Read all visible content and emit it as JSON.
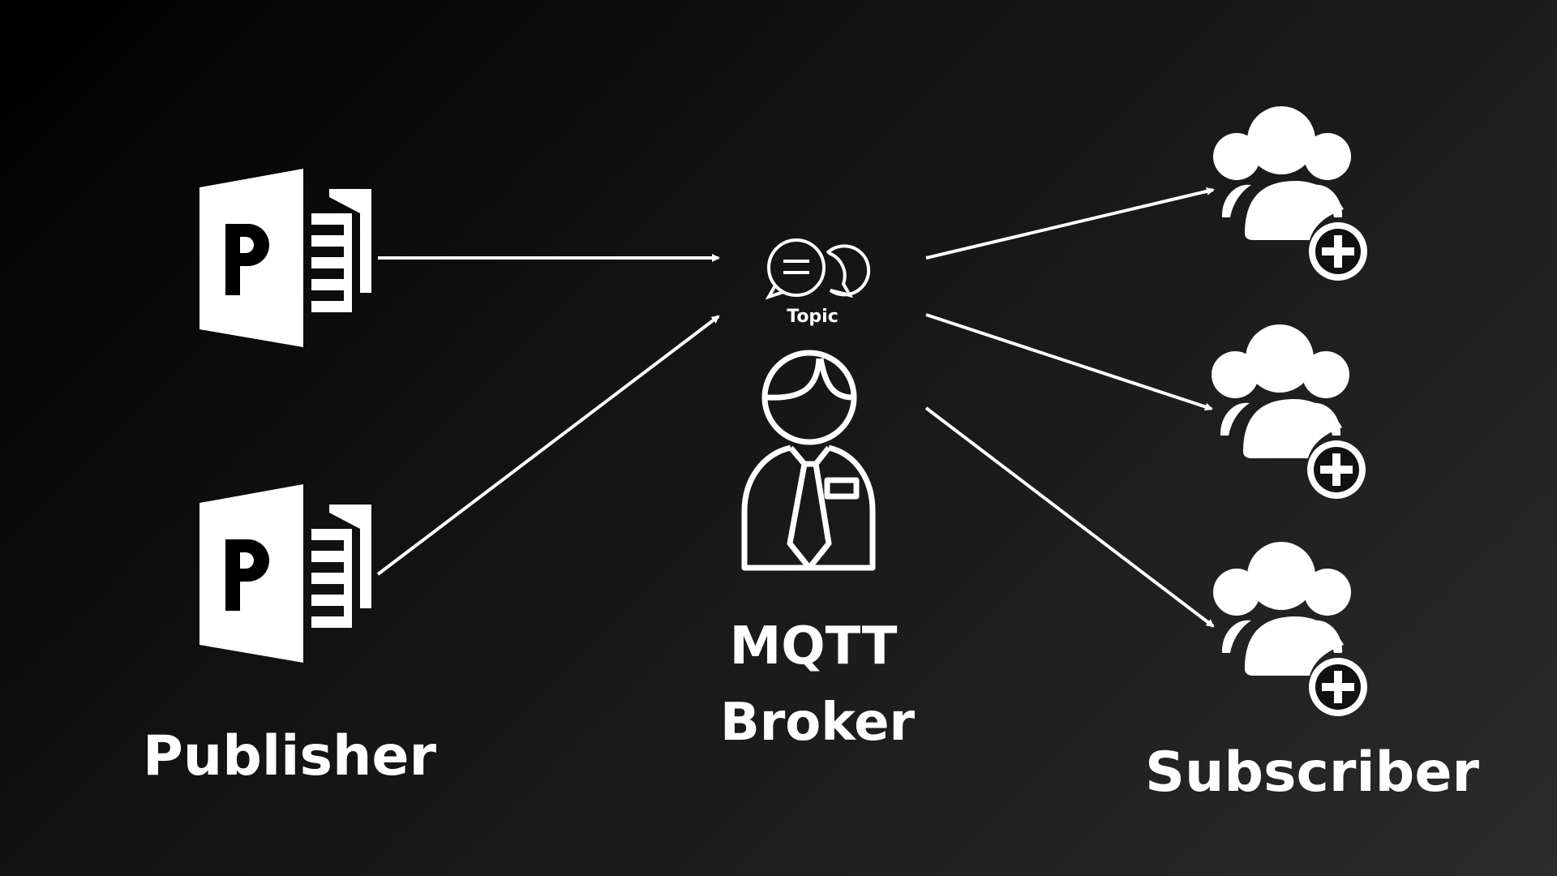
{
  "colors": {
    "background_start": "#000000",
    "background_end": "#2b2b2b",
    "foreground": "#ffffff"
  },
  "publisher": {
    "label": "Publisher",
    "icon": "publisher-document-icon",
    "count": 2
  },
  "broker": {
    "topic_label": "Topic",
    "topic_icon": "chat-bubbles-icon",
    "broker_icon": "person-with-tie-icon",
    "label_line1": "MQTT",
    "label_line2": "Broker"
  },
  "subscriber": {
    "label": "Subscriber",
    "icon": "user-group-add-icon",
    "count": 3
  }
}
